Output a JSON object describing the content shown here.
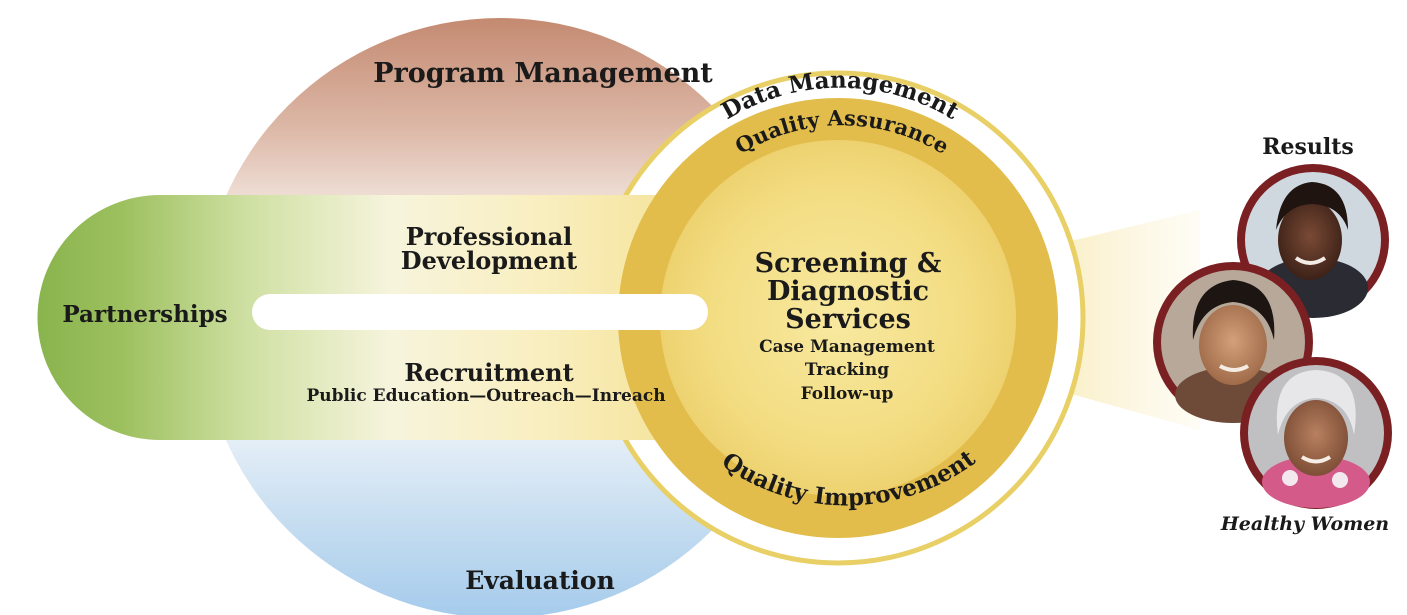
{
  "outer": {
    "top_label": "Program Management",
    "bottom_label": "Evaluation"
  },
  "partnerships": {
    "label": "Partnerships",
    "upper_label_line1": "Professional",
    "upper_label_line2": "Development",
    "lower_label": "Recruitment",
    "lower_sublabel": "Public Education—Outreach—Inreach"
  },
  "rings": {
    "outer_arc_label": "Data Management",
    "inner_top_arc_label": "Quality Assurance",
    "inner_bottom_arc_label": "Quality Improvement"
  },
  "core": {
    "title_line1": "Screening &",
    "title_line2": "Diagnostic",
    "title_line3": "Services",
    "items": [
      "Case Management",
      "Tracking",
      "Follow-up"
    ]
  },
  "results": {
    "title": "Results",
    "caption": "Healthy Women"
  },
  "colors": {
    "program_management_top": "#c88e74",
    "evaluation_bottom": "#a9cdeb",
    "partnerships_green": "#8fb854",
    "core_gold": "#e2bd4c",
    "core_light": "#f6e48f",
    "ring_outline": "#e6cd66",
    "photo_border": "#7a1f22"
  }
}
